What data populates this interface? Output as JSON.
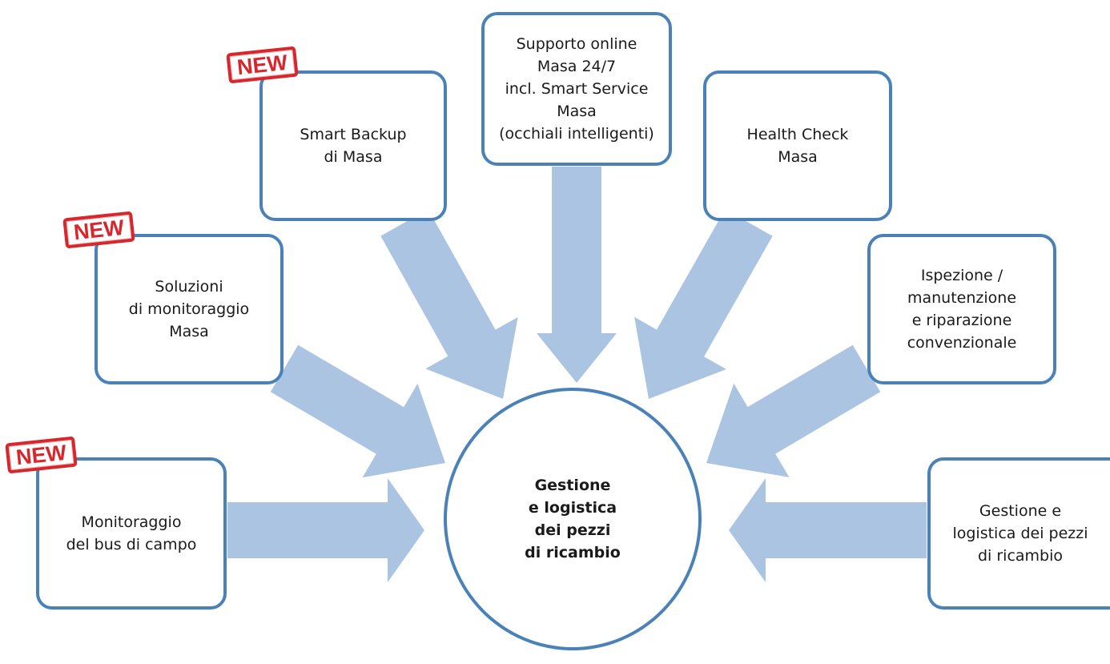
{
  "colors": {
    "box_border": "#4a82b8",
    "arrow": "#aac4e2",
    "stamp": "#d8262d"
  },
  "center": {
    "label": "Gestione\ne logistica\ndei pezzi\ndi ricambio"
  },
  "stamp_label": "NEW",
  "nodes": [
    {
      "id": "smart-backup",
      "label": "Smart Backup\ndi Masa",
      "new": true
    },
    {
      "id": "online-support",
      "label": "Supporto online\nMasa 24/7\nincl. Smart Service\nMasa\n(occhiali intelligenti)",
      "new": false
    },
    {
      "id": "health-check",
      "label": "Health Check\nMasa",
      "new": false
    },
    {
      "id": "monitoring-solutions",
      "label": "Soluzioni\ndi monitoraggio\nMasa",
      "new": true
    },
    {
      "id": "inspection",
      "label": "Ispezione /\nmanutenzione\ne riparazione\nconvenzionale",
      "new": false
    },
    {
      "id": "fieldbus",
      "label": "Monitoraggio\ndel bus di campo",
      "new": true
    },
    {
      "id": "spare-parts",
      "label": "Gestione e\nlogistica dei pezzi\ndi ricambio",
      "new": false
    }
  ]
}
